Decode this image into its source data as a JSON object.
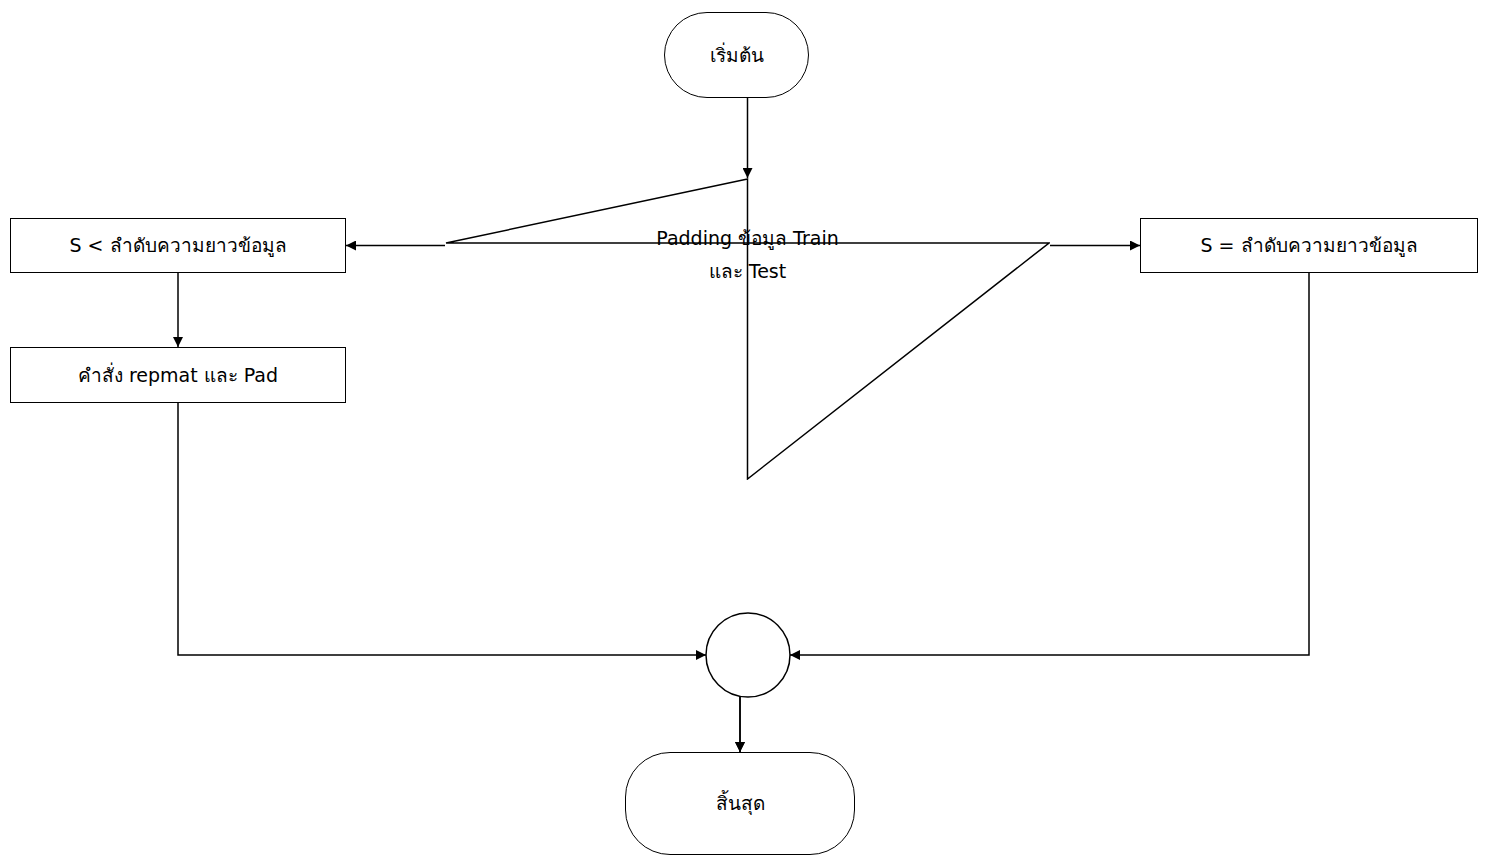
{
  "diagram": {
    "nodes": [
      {
        "text": [
          "เริ่มต้น"
        ]
      },
      {
        "text": [
          "Padding ข้อมูล Train และ Test"
        ]
      },
      {
        "text": [
          "S < ลำดับความยาวข้อมูล"
        ]
      },
      {
        "text": [
          "S = ลำดับความยาวข้อมูล"
        ]
      },
      {
        "text": [
          "คำสั่ง repmat และ Pad"
        ]
      },
      {
        "text": [
          "สิ้นสุด"
        ]
      }
    ],
    "edges": [
      {
        "from": 0,
        "to": 1,
        "arrow": "to"
      },
      {
        "from": 1,
        "to": 2,
        "arrow": "to"
      },
      {
        "from": 1,
        "to": 3,
        "arrow": "to"
      },
      {
        "from": 2,
        "to": 4,
        "arrow": "to"
      },
      {
        "from": 4,
        "to": 5,
        "arrow": "to"
      },
      {
        "from": 3,
        "to": 5,
        "arrow": "to"
      }
    ]
  }
}
